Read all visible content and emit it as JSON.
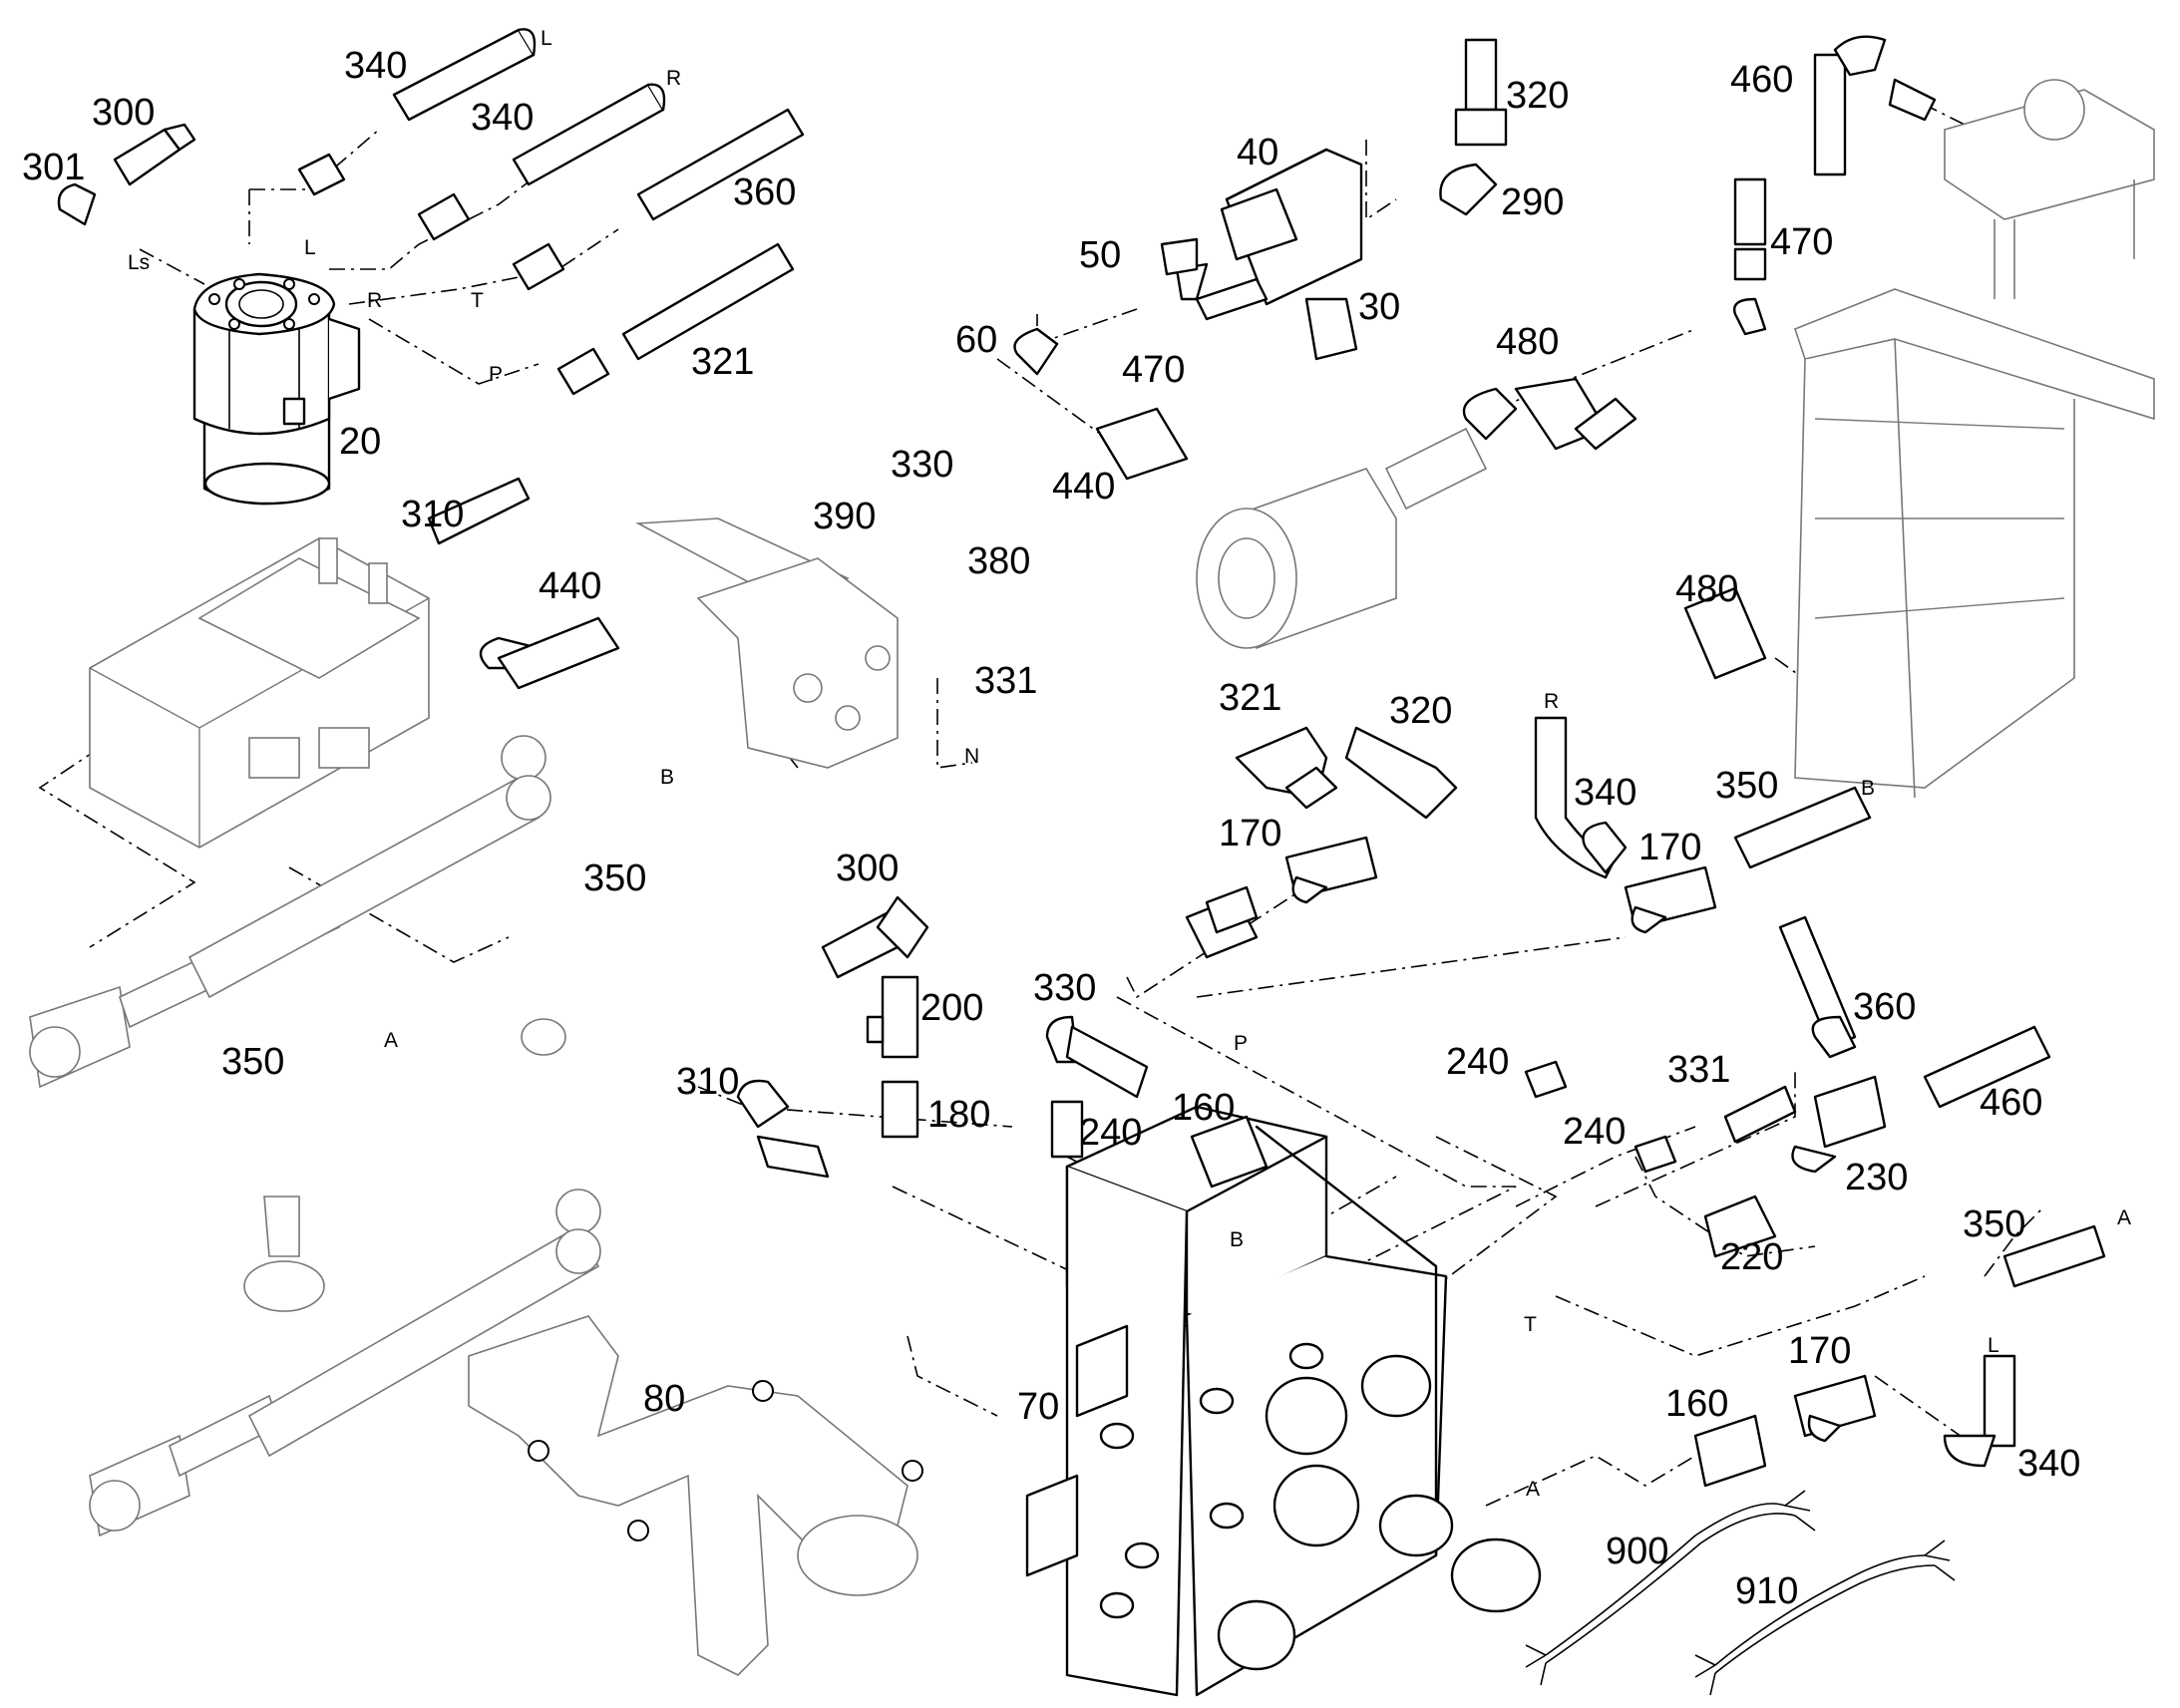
{
  "callouts": {
    "c301": "301",
    "c300a": "300",
    "c340a": "340",
    "c340b": "340",
    "c360a": "360",
    "c321a": "321",
    "c20": "20",
    "c310a": "310",
    "c440a": "440",
    "c350a": "350",
    "c350b": "350",
    "c80": "80",
    "c330a": "330",
    "c390": "390",
    "c380": "380",
    "c331a": "331",
    "c40": "40",
    "c50": "50",
    "c60": "60",
    "c470a": "470",
    "c30": "30",
    "c440b": "440",
    "c320a": "320",
    "c290": "290",
    "c460a": "460",
    "c470b": "470",
    "c480a": "480",
    "c480b": "480",
    "c321b": "321",
    "c320b": "320",
    "c170a": "170",
    "c340c": "340",
    "c350c": "350",
    "c170b": "170",
    "c300b": "300",
    "c200": "200",
    "c310b": "310",
    "c180": "180",
    "c330b": "330",
    "c240a": "240",
    "c160a": "160",
    "c240b": "240",
    "c240c": "240",
    "c331b": "331",
    "c360b": "360",
    "c460b": "460",
    "c230": "230",
    "c220": "220",
    "c70": "70",
    "c350d": "350",
    "c170c": "170",
    "c160b": "160",
    "c340d": "340",
    "c900": "900",
    "c910": "910"
  },
  "ports": {
    "L1": "L",
    "R1": "R",
    "Ls": "Ls",
    "L2": "L",
    "R2": "R",
    "T1": "T",
    "P1": "P",
    "B1": "B",
    "A1": "A",
    "N1": "N",
    "R3": "R",
    "B2": "B",
    "P2": "P",
    "B3": "B",
    "T2": "T",
    "A2": "A",
    "A3": "A",
    "L3": "L"
  },
  "colors": {
    "line": "#000000",
    "ghost": "#777777",
    "background": "#ffffff"
  }
}
